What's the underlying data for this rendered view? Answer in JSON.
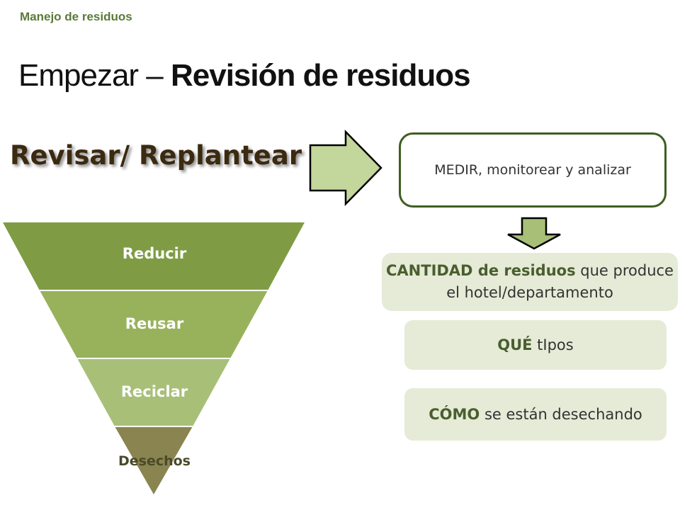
{
  "header": "Manejo de residuos",
  "title": {
    "light": "Empezar – ",
    "bold": "Revisión de residuos"
  },
  "section_label": "Revisar/ Replantear",
  "pyramid": [
    {
      "label": "Reducir",
      "color": "#7f9c45"
    },
    {
      "label": "Reusar",
      "color": "#98b25c"
    },
    {
      "label": "Reciclar",
      "color": "#a8bf78"
    },
    {
      "label": "Desechos",
      "color": "#8a8450"
    }
  ],
  "measure_box": {
    "text": "MEDIR, monitorear y analizar"
  },
  "quantity_box": {
    "bold": "CANTIDAD de residuos",
    "rest": " que produce el hotel/departamento"
  },
  "types_box": {
    "bold": "QUÉ",
    "rest": " tIpos"
  },
  "how_box": {
    "bold": "CÓMO",
    "rest": " se están desechando"
  },
  "colors": {
    "arrow_fill": "#c3d69b",
    "box_fill": "#e5ebd7",
    "border": "#3e5e21",
    "header": "#5a7a3a"
  }
}
